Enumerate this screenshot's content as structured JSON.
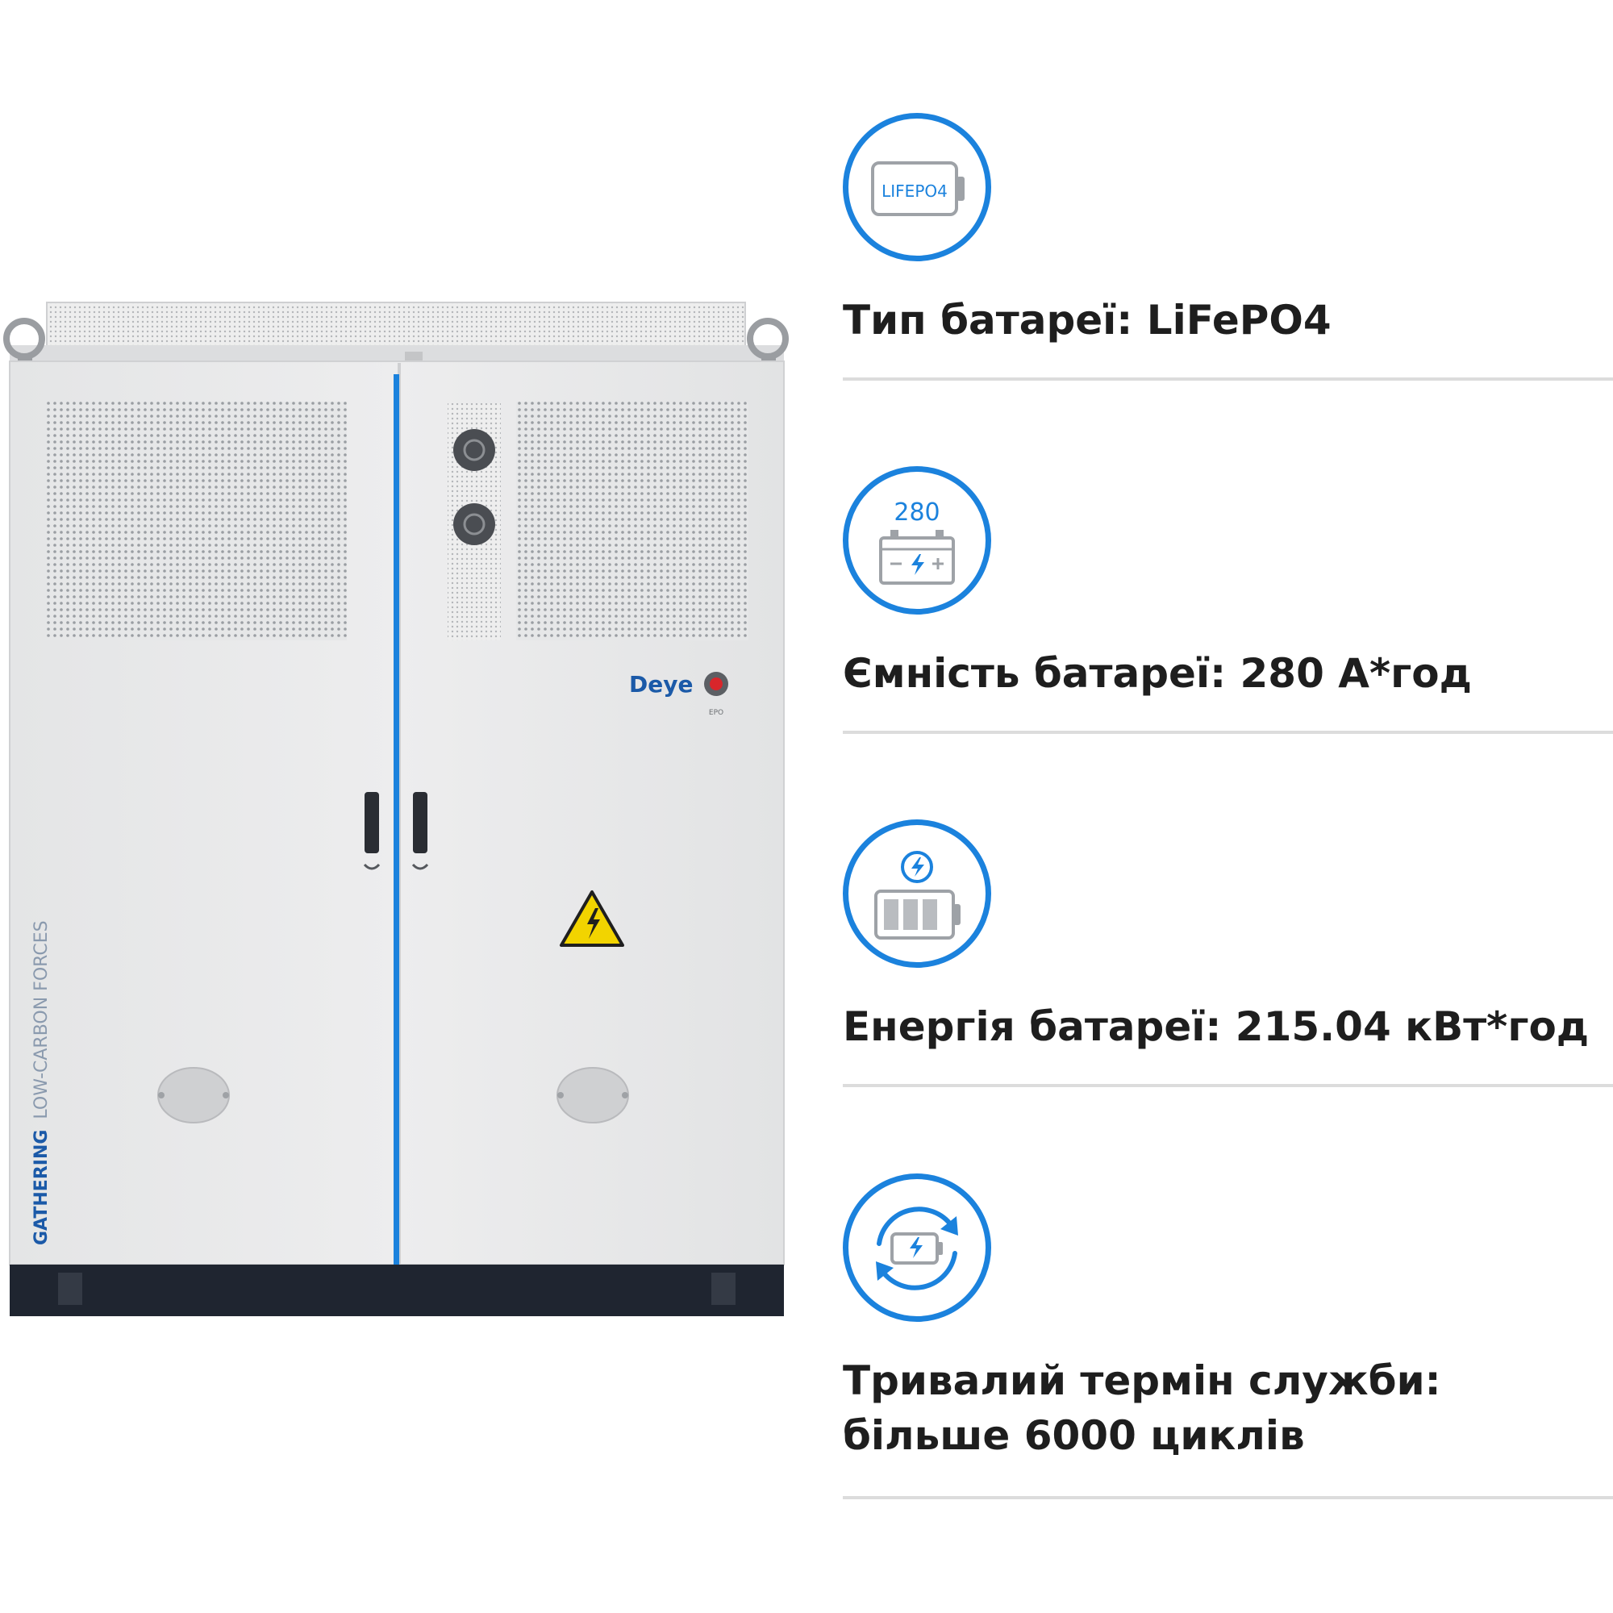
{
  "cabinet": {
    "brand": "Deye",
    "epo_label": "EPO",
    "side_text_bold": "GATHERING",
    "side_text_light": "LOW-CARBON FORCES"
  },
  "features": [
    {
      "icon": "lifepo4-battery-icon",
      "icon_text": "LIFEPO4",
      "label": "Тип батареї: LiFePO4"
    },
    {
      "icon": "battery-capacity-icon",
      "icon_text": "280",
      "label": "Ємність батареї: 280 А*год"
    },
    {
      "icon": "battery-energy-icon",
      "label": "Енергія батареї: 215.04 кВт*год"
    },
    {
      "icon": "battery-cycle-icon",
      "label_line1": "Тривалий термін служби:",
      "label_line2": "більше 6000 циклів"
    }
  ],
  "colors": {
    "accent": "#1b82dd",
    "cabinet_body": "#e9eaeb",
    "base": "#1f2530",
    "divider": "#dcdcdc"
  }
}
